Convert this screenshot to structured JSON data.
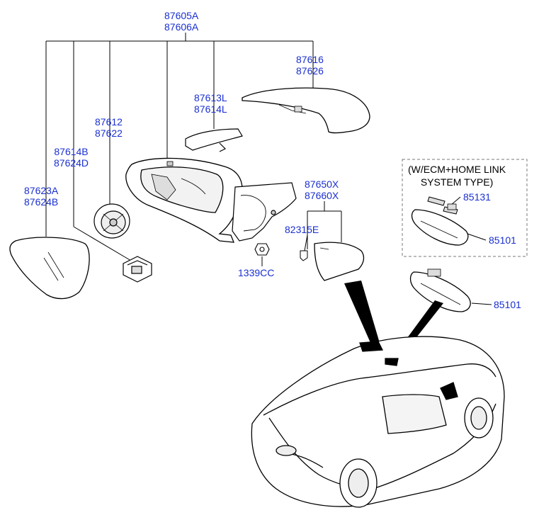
{
  "labels": {
    "housing_assy": [
      "87605A",
      "87606A"
    ],
    "scalp": [
      "87616",
      "87626"
    ],
    "repeater_lamp": [
      "87613L",
      "87614L"
    ],
    "actuator": [
      "87612",
      "87622"
    ],
    "puddle_lamp": [
      "87614B",
      "87624D"
    ],
    "glass": [
      "87623A",
      "87624B"
    ],
    "tweeter_cover": [
      "87650X",
      "87660X"
    ],
    "clip": "82315E",
    "nut": "1339CC",
    "ecm_wire": "85131",
    "ecm_mirror": "85101",
    "std_mirror": "85101"
  },
  "option_box": {
    "line1": "(W/ECM+HOME LINK",
    "line2": "SYSTEM TYPE)"
  },
  "colors": {
    "label": "#1a2fd0",
    "line": "#000000",
    "dash": "#7a7a7a"
  }
}
